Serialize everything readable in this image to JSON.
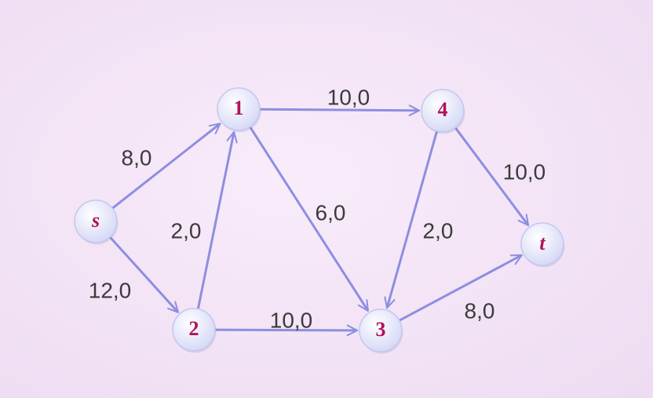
{
  "colors": {
    "edge": "#8d8ee0",
    "node_fill_inner": "#ffffff",
    "node_fill_outer": "#d3d7f5",
    "node_stroke": "#c4c7ee",
    "node_text": "#b0135a",
    "label_text": "#3a3a3a"
  },
  "nodes": [
    {
      "id": "s",
      "label": "s",
      "italic": true
    },
    {
      "id": "1",
      "label": "1",
      "italic": false
    },
    {
      "id": "2",
      "label": "2",
      "italic": false
    },
    {
      "id": "3",
      "label": "3",
      "italic": false
    },
    {
      "id": "4",
      "label": "4",
      "italic": false
    },
    {
      "id": "t",
      "label": "t",
      "italic": true
    }
  ],
  "edges": [
    {
      "from": "s",
      "to": "1",
      "label": "8,0"
    },
    {
      "from": "s",
      "to": "2",
      "label": "12,0"
    },
    {
      "from": "2",
      "to": "1",
      "label": "2,0"
    },
    {
      "from": "1",
      "to": "4",
      "label": "10,0"
    },
    {
      "from": "1",
      "to": "3",
      "label": "6,0"
    },
    {
      "from": "2",
      "to": "3",
      "label": "10,0"
    },
    {
      "from": "4",
      "to": "3",
      "label": "2,0"
    },
    {
      "from": "4",
      "to": "t",
      "label": "10,0"
    },
    {
      "from": "3",
      "to": "t",
      "label": "8,0"
    }
  ]
}
